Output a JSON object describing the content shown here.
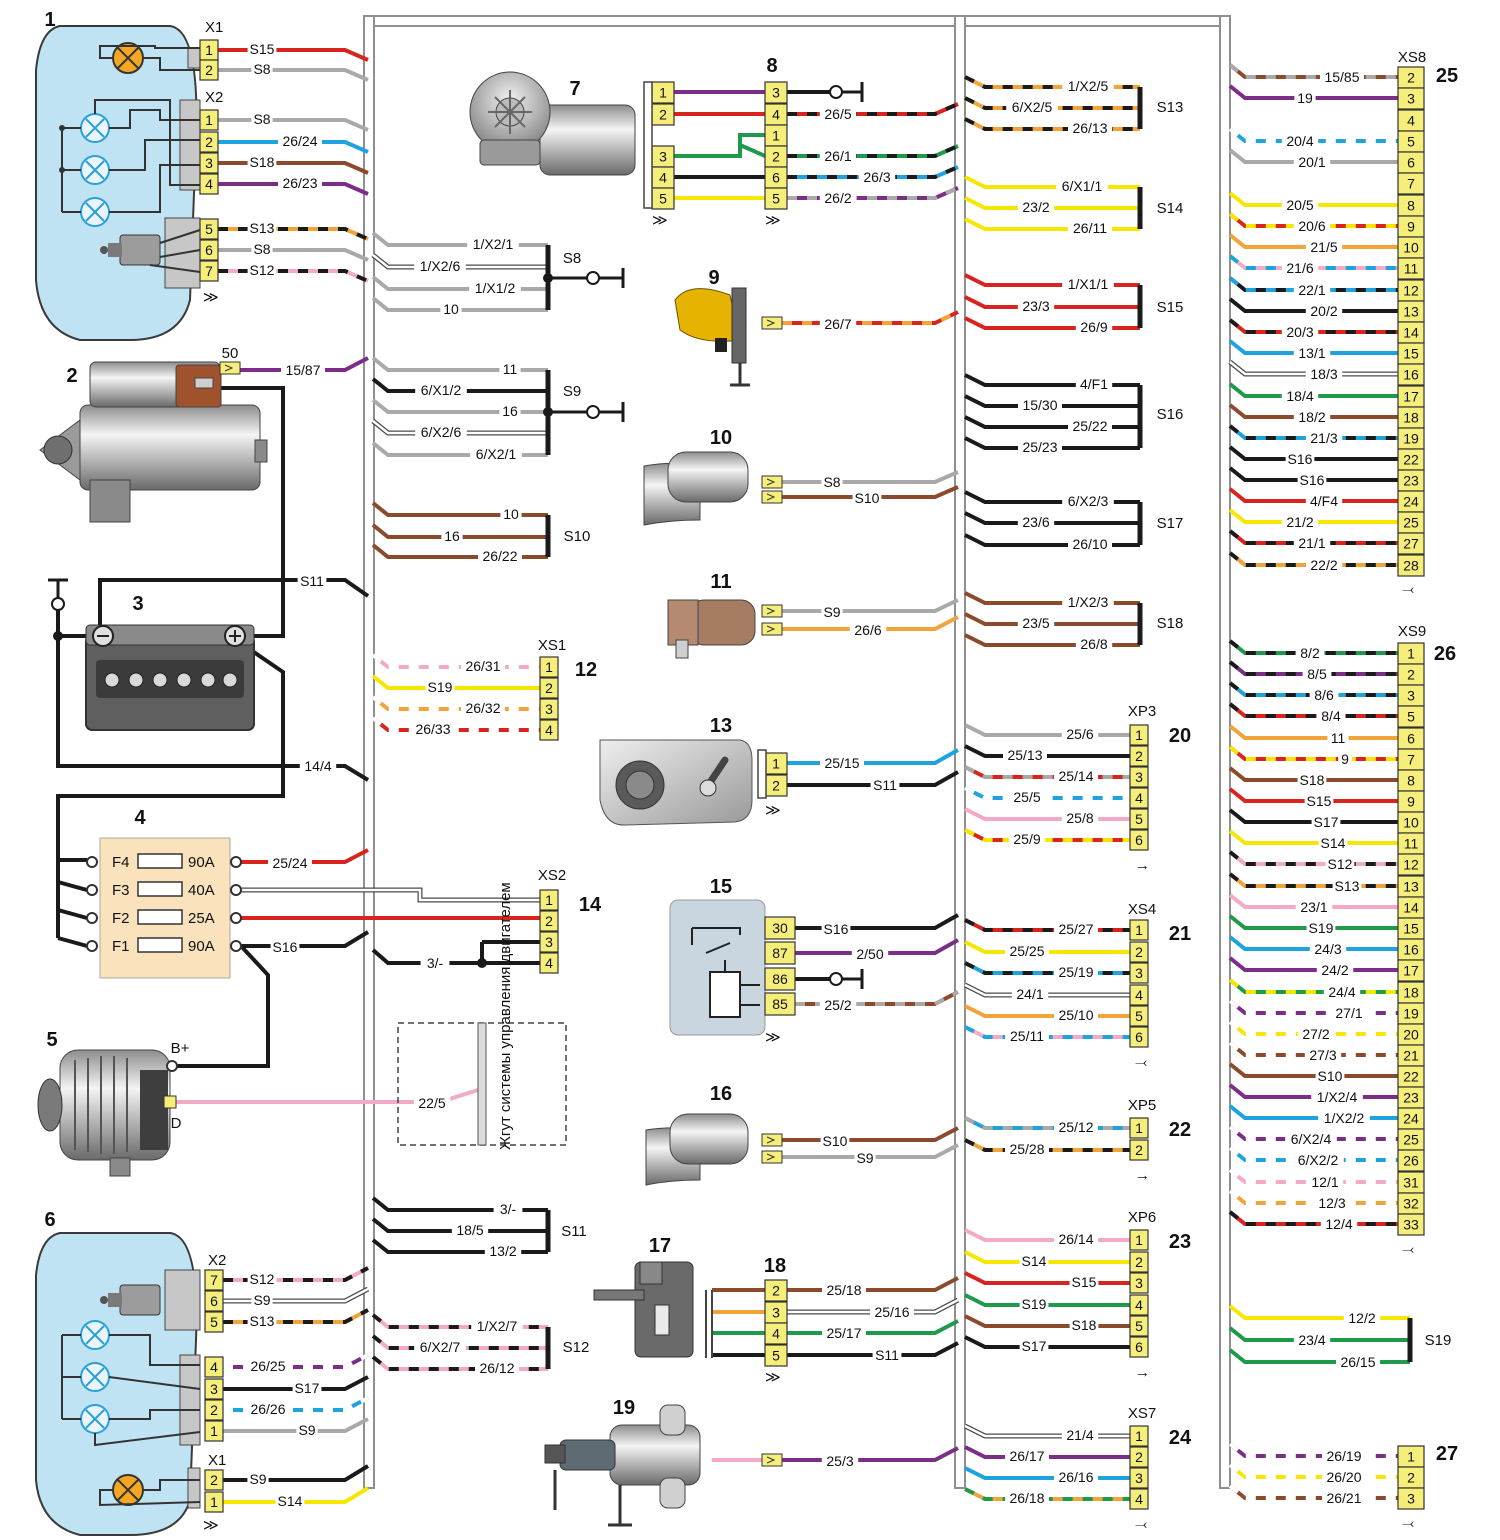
{
  "notes": {
    "harness": "Жгут системы управления двигателем"
  },
  "components": [
    {
      "number": "1",
      "connector_labels": [
        "X1",
        "X2"
      ]
    },
    {
      "number": "2",
      "terminal": "50",
      "wire": "15/87"
    },
    {
      "number": "3"
    },
    {
      "number": "4",
      "fuses": [
        {
          "name": "F4",
          "rating": "90A",
          "wire": "25/24"
        },
        {
          "name": "F3",
          "rating": "40A",
          "wire": ""
        },
        {
          "name": "F2",
          "rating": "25A",
          "wire": ""
        },
        {
          "name": "F1",
          "rating": "90A",
          "wire": "S16"
        }
      ]
    },
    {
      "number": "5",
      "terminals": [
        "B+",
        "D"
      ],
      "wire": "22/5"
    },
    {
      "number": "6",
      "connector_labels": [
        "X2",
        "X1"
      ]
    },
    {
      "number": "7"
    },
    {
      "number": "8"
    },
    {
      "number": "9",
      "wire": "26/7"
    },
    {
      "number": "10",
      "wires": [
        "S8",
        "S10"
      ]
    },
    {
      "number": "11",
      "wires": [
        "S9",
        "26/6"
      ]
    },
    {
      "number": "12",
      "connector": "XS1"
    },
    {
      "number": "13",
      "wires": [
        "25/15",
        "S11"
      ]
    },
    {
      "number": "14",
      "connector": "XS2"
    },
    {
      "number": "15",
      "pins": [
        "30",
        "87",
        "86",
        "85"
      ],
      "wires": [
        "S16",
        "2/50",
        "",
        "25/2"
      ]
    },
    {
      "number": "16",
      "wires": [
        "S10",
        "S9"
      ]
    },
    {
      "number": "17"
    },
    {
      "number": "18"
    },
    {
      "number": "19",
      "wire": "25/3"
    },
    {
      "number": "20",
      "connector": "XP3"
    },
    {
      "number": "21",
      "connector": "XS4"
    },
    {
      "number": "22",
      "connector": "XP5"
    },
    {
      "number": "23",
      "connector": "XP6"
    },
    {
      "number": "24",
      "connector": "XS7"
    },
    {
      "number": "25",
      "connector": "XS8"
    },
    {
      "number": "26",
      "connector": "XS9"
    },
    {
      "number": "27"
    }
  ],
  "splices": {
    "S8": [
      "1/X2/1",
      "1/X2/6",
      "1/X1/2",
      "10"
    ],
    "S9": [
      "11",
      "6/X1/2",
      "16",
      "6/X2/6",
      "6/X2/1"
    ],
    "S10": [
      "10",
      "16",
      "26/22"
    ],
    "S11_left": [
      "3/-",
      "18/5",
      "13/2"
    ],
    "S12": [
      "1/X2/7",
      "6/X2/7",
      "26/12"
    ],
    "S13": [
      "1/X2/5",
      "6/X2/5",
      "26/13"
    ],
    "S14": [
      "6/X1/1",
      "23/2",
      "26/11"
    ],
    "S15": [
      "1/X1/1",
      "23/3",
      "26/9"
    ],
    "S16": [
      "4/F1",
      "15/30",
      "25/22",
      "25/23"
    ],
    "S17": [
      "6/X2/3",
      "23/6",
      "26/10"
    ],
    "S18": [
      "1/X2/3",
      "23/5",
      "26/8"
    ],
    "S19": [
      "12/2",
      "23/4",
      "26/15"
    ]
  },
  "headlamp1": {
    "x1": [
      {
        "pin": "1",
        "wire": "S15"
      },
      {
        "pin": "2",
        "wire": "S8"
      }
    ],
    "x2": [
      {
        "pin": "1",
        "wire": "S8"
      },
      {
        "pin": "2",
        "wire": "26/24"
      },
      {
        "pin": "3",
        "wire": "S18"
      },
      {
        "pin": "4",
        "wire": "26/23"
      },
      {
        "pin": "5",
        "wire": "S13"
      },
      {
        "pin": "6",
        "wire": "S8"
      },
      {
        "pin": "7",
        "wire": "S12"
      }
    ]
  },
  "headlamp6": {
    "x2": [
      {
        "pin": "7",
        "wire": "S12"
      },
      {
        "pin": "6",
        "wire": "S9"
      },
      {
        "pin": "5",
        "wire": "S13"
      },
      {
        "pin": "4",
        "wire": "26/25"
      },
      {
        "pin": "3",
        "wire": "S17"
      },
      {
        "pin": "2",
        "wire": "26/26"
      },
      {
        "pin": "1",
        "wire": "S9"
      }
    ],
    "x1": [
      {
        "pin": "2",
        "wire": "S9"
      },
      {
        "pin": "1",
        "wire": "S14"
      }
    ]
  },
  "battery_wires": [
    "S11",
    "14/4"
  ],
  "xs1": [
    {
      "pin": "1",
      "wire": "26/31"
    },
    {
      "pin": "2",
      "wire": "S19"
    },
    {
      "pin": "3",
      "wire": "26/32"
    },
    {
      "pin": "4",
      "wire": "26/33"
    }
  ],
  "xs2": [
    {
      "pin": "1",
      "wire": ""
    },
    {
      "pin": "2",
      "wire": ""
    },
    {
      "pin": "3",
      "wire": ""
    },
    {
      "pin": "4",
      "wire": "3/-"
    }
  ],
  "motor8": {
    "left_pins": [
      "1",
      "2",
      "",
      "3",
      "4",
      "5"
    ],
    "right_pins": [
      "3",
      "4",
      "1",
      "2",
      "6",
      "5"
    ],
    "wires": [
      "",
      "26/5",
      "",
      "26/1",
      "26/3",
      "26/2"
    ]
  },
  "pump18": [
    {
      "pin": "2",
      "wire": "25/18"
    },
    {
      "pin": "3",
      "wire": "25/16"
    },
    {
      "pin": "4",
      "wire": "25/17"
    },
    {
      "pin": "5",
      "wire": "S11"
    }
  ],
  "xp3": [
    {
      "pin": "1",
      "wire": "25/6"
    },
    {
      "pin": "2",
      "wire": "25/13"
    },
    {
      "pin": "3",
      "wire": "25/14"
    },
    {
      "pin": "4",
      "wire": "25/5"
    },
    {
      "pin": "5",
      "wire": "25/8"
    },
    {
      "pin": "6",
      "wire": "25/9"
    }
  ],
  "xs4": [
    {
      "pin": "1",
      "wire": "25/27"
    },
    {
      "pin": "2",
      "wire": "25/25"
    },
    {
      "pin": "3",
      "wire": "25/19"
    },
    {
      "pin": "4",
      "wire": "24/1"
    },
    {
      "pin": "5",
      "wire": "25/10"
    },
    {
      "pin": "6",
      "wire": "25/11"
    }
  ],
  "xp5": [
    {
      "pin": "1",
      "wire": "25/12"
    },
    {
      "pin": "2",
      "wire": "25/28"
    }
  ],
  "xp6": [
    {
      "pin": "1",
      "wire": "26/14"
    },
    {
      "pin": "2",
      "wire": "S14"
    },
    {
      "pin": "3",
      "wire": "S15"
    },
    {
      "pin": "4",
      "wire": "S19"
    },
    {
      "pin": "5",
      "wire": "S18"
    },
    {
      "pin": "6",
      "wire": "S17"
    }
  ],
  "xs7": [
    {
      "pin": "1",
      "wire": "21/4"
    },
    {
      "pin": "2",
      "wire": "26/17"
    },
    {
      "pin": "3",
      "wire": "26/16"
    },
    {
      "pin": "4",
      "wire": "26/18"
    }
  ],
  "xs8": [
    {
      "pin": "2",
      "wire": "15/85"
    },
    {
      "pin": "3",
      "wire": "19"
    },
    {
      "pin": "4",
      "wire": ""
    },
    {
      "pin": "5",
      "wire": "20/4"
    },
    {
      "pin": "6",
      "wire": "20/1"
    },
    {
      "pin": "7",
      "wire": ""
    },
    {
      "pin": "8",
      "wire": "20/5"
    },
    {
      "pin": "9",
      "wire": "20/6"
    },
    {
      "pin": "10",
      "wire": "21/5"
    },
    {
      "pin": "11",
      "wire": "21/6"
    },
    {
      "pin": "12",
      "wire": "22/1"
    },
    {
      "pin": "13",
      "wire": "20/2"
    },
    {
      "pin": "14",
      "wire": "20/3"
    },
    {
      "pin": "15",
      "wire": "13/1"
    },
    {
      "pin": "16",
      "wire": "18/3"
    },
    {
      "pin": "17",
      "wire": "18/4"
    },
    {
      "pin": "18",
      "wire": "18/2"
    },
    {
      "pin": "19",
      "wire": "21/3"
    },
    {
      "pin": "22",
      "wire": "S16"
    },
    {
      "pin": "23",
      "wire": "S16"
    },
    {
      "pin": "24",
      "wire": "4/F4"
    },
    {
      "pin": "25",
      "wire": "21/2"
    },
    {
      "pin": "27",
      "wire": "21/1"
    },
    {
      "pin": "28",
      "wire": "22/2"
    }
  ],
  "xs9": [
    {
      "pin": "1",
      "wire": "8/2"
    },
    {
      "pin": "2",
      "wire": "8/5"
    },
    {
      "pin": "3",
      "wire": "8/6"
    },
    {
      "pin": "5",
      "wire": "8/4"
    },
    {
      "pin": "6",
      "wire": "11"
    },
    {
      "pin": "7",
      "wire": "9"
    },
    {
      "pin": "8",
      "wire": "S18"
    },
    {
      "pin": "9",
      "wire": "S15"
    },
    {
      "pin": "10",
      "wire": "S17"
    },
    {
      "pin": "11",
      "wire": "S14"
    },
    {
      "pin": "12",
      "wire": "S12"
    },
    {
      "pin": "13",
      "wire": "S13"
    },
    {
      "pin": "14",
      "wire": "23/1"
    },
    {
      "pin": "15",
      "wire": "S19"
    },
    {
      "pin": "16",
      "wire": "24/3"
    },
    {
      "pin": "17",
      "wire": "24/2"
    },
    {
      "pin": "18",
      "wire": "24/4"
    },
    {
      "pin": "19",
      "wire": "27/1"
    },
    {
      "pin": "20",
      "wire": "27/2"
    },
    {
      "pin": "21",
      "wire": "27/3"
    },
    {
      "pin": "22",
      "wire": "S10"
    },
    {
      "pin": "23",
      "wire": "1/X2/4"
    },
    {
      "pin": "24",
      "wire": "1/X2/2"
    },
    {
      "pin": "25",
      "wire": "6/X2/4"
    },
    {
      "pin": "26",
      "wire": "6/X2/2"
    },
    {
      "pin": "31",
      "wire": "12/1"
    },
    {
      "pin": "32",
      "wire": "12/3"
    },
    {
      "pin": "33",
      "wire": "12/4"
    }
  ],
  "c27": [
    {
      "pin": "1",
      "wire": "26/19"
    },
    {
      "pin": "2",
      "wire": "26/20"
    },
    {
      "pin": "3",
      "wire": "26/21"
    }
  ],
  "colors": {
    "pin_fill": "#f6ee7a",
    "panel": "#c9d5df",
    "harness": "#9a9a9a",
    "lamp": "#bfe3f3",
    "red": "#d9241e",
    "gray": "#a9a9a9",
    "blue": "#1ea3de",
    "brown": "#8b4a2b",
    "violet": "#7b2d88",
    "orange": "#f2a33a",
    "black": "#1a1a1a",
    "yellow": "#f7e600",
    "green": "#1e9a4a",
    "pink": "#f3a9c7",
    "white": "#ffffff"
  }
}
